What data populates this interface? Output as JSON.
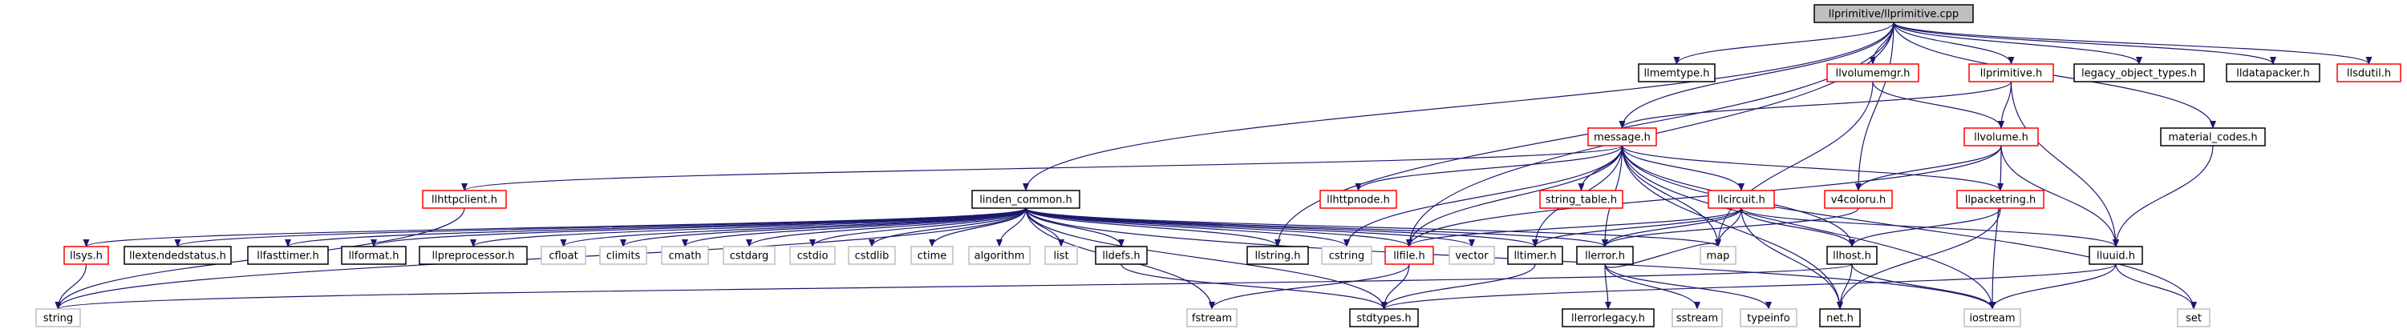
{
  "colors": {
    "edge": "#191970",
    "root_fill": "#bfbfbf",
    "border_normal": "#000000",
    "border_red": "#ff0000",
    "border_system": "#bfbfbf",
    "fill": "#ffffff"
  },
  "nodes": [
    {
      "id": "llprimitive",
      "label": "llprimitive/llprimitive.cpp",
      "kind": "root"
    },
    {
      "id": "llmemtype",
      "label": "llmemtype.h",
      "kind": "normal"
    },
    {
      "id": "llvolumemgr",
      "label": "llvolumemgr.h",
      "kind": "red"
    },
    {
      "id": "llprimitive_h",
      "label": "llprimitive.h",
      "kind": "red"
    },
    {
      "id": "legacy",
      "label": "legacy_object_types.h",
      "kind": "normal"
    },
    {
      "id": "lldatapacker",
      "label": "lldatapacker.h",
      "kind": "normal"
    },
    {
      "id": "llsdutil",
      "label": "llsdutil.h",
      "kind": "red"
    },
    {
      "id": "message",
      "label": "message.h",
      "kind": "red"
    },
    {
      "id": "llvolume",
      "label": "llvolume.h",
      "kind": "red"
    },
    {
      "id": "material_codes",
      "label": "material_codes.h",
      "kind": "normal"
    },
    {
      "id": "llhttpclient",
      "label": "llhttpclient.h",
      "kind": "red"
    },
    {
      "id": "linden_common",
      "label": "linden_common.h",
      "kind": "normal"
    },
    {
      "id": "llhttpnode",
      "label": "llhttpnode.h",
      "kind": "red"
    },
    {
      "id": "string_table",
      "label": "string_table.h",
      "kind": "red"
    },
    {
      "id": "v4coloru",
      "label": "v4coloru.h",
      "kind": "red"
    },
    {
      "id": "llpacketring",
      "label": "llpacketring.h",
      "kind": "red"
    },
    {
      "id": "llcircuit",
      "label": "llcircuit.h",
      "kind": "red"
    },
    {
      "id": "llsys",
      "label": "llsys.h",
      "kind": "red"
    },
    {
      "id": "llextendedstatus",
      "label": "llextendedstatus.h",
      "kind": "normal"
    },
    {
      "id": "llfasttimer",
      "label": "llfasttimer.h",
      "kind": "normal"
    },
    {
      "id": "llformat",
      "label": "llformat.h",
      "kind": "normal"
    },
    {
      "id": "llpreprocessor",
      "label": "llpreprocessor.h",
      "kind": "normal"
    },
    {
      "id": "cfloat",
      "label": "cfloat",
      "kind": "system"
    },
    {
      "id": "climits",
      "label": "climits",
      "kind": "system"
    },
    {
      "id": "cmath",
      "label": "cmath",
      "kind": "system"
    },
    {
      "id": "cstdarg",
      "label": "cstdarg",
      "kind": "system"
    },
    {
      "id": "cstdio",
      "label": "cstdio",
      "kind": "system"
    },
    {
      "id": "cstdlib",
      "label": "cstdlib",
      "kind": "system"
    },
    {
      "id": "ctime",
      "label": "ctime",
      "kind": "system"
    },
    {
      "id": "algorithm",
      "label": "algorithm",
      "kind": "system"
    },
    {
      "id": "list",
      "label": "list",
      "kind": "system"
    },
    {
      "id": "lldefs",
      "label": "lldefs.h",
      "kind": "normal"
    },
    {
      "id": "llstring",
      "label": "llstring.h",
      "kind": "normal"
    },
    {
      "id": "cstring",
      "label": "cstring",
      "kind": "system"
    },
    {
      "id": "llfile",
      "label": "llfile.h",
      "kind": "red"
    },
    {
      "id": "vector",
      "label": "vector",
      "kind": "system"
    },
    {
      "id": "lltimer",
      "label": "lltimer.h",
      "kind": "normal"
    },
    {
      "id": "llerror",
      "label": "llerror.h",
      "kind": "normal"
    },
    {
      "id": "map",
      "label": "map",
      "kind": "system"
    },
    {
      "id": "llhost",
      "label": "llhost.h",
      "kind": "normal"
    },
    {
      "id": "lluuid",
      "label": "lluuid.h",
      "kind": "normal"
    },
    {
      "id": "string",
      "label": "string",
      "kind": "system"
    },
    {
      "id": "fstream",
      "label": "fstream",
      "kind": "system"
    },
    {
      "id": "stdtypes",
      "label": "stdtypes.h",
      "kind": "normal"
    },
    {
      "id": "llerrorlegacy",
      "label": "llerrorlegacy.h",
      "kind": "normal"
    },
    {
      "id": "sstream",
      "label": "sstream",
      "kind": "system"
    },
    {
      "id": "typeinfo",
      "label": "typeinfo",
      "kind": "system"
    },
    {
      "id": "net",
      "label": "net.h",
      "kind": "normal"
    },
    {
      "id": "iostream",
      "label": "iostream",
      "kind": "system"
    },
    {
      "id": "set",
      "label": "set",
      "kind": "system"
    }
  ],
  "edges": [
    [
      "llprimitive",
      "llmemtype"
    ],
    [
      "llprimitive",
      "llvolumemgr"
    ],
    [
      "llprimitive",
      "llprimitive_h"
    ],
    [
      "llprimitive",
      "legacy"
    ],
    [
      "llprimitive",
      "lldatapacker"
    ],
    [
      "llprimitive",
      "llsdutil"
    ],
    [
      "llprimitive",
      "message"
    ],
    [
      "llprimitive",
      "linden_common"
    ],
    [
      "llprimitive",
      "material_codes"
    ],
    [
      "llprimitive",
      "v4coloru"
    ],
    [
      "llprimitive",
      "llstring"
    ],
    [
      "llprimitive",
      "llfile"
    ],
    [
      "llvolumemgr",
      "llvolume"
    ],
    [
      "llvolumemgr",
      "map"
    ],
    [
      "llprimitive_h",
      "message"
    ],
    [
      "llprimitive_h",
      "llvolume"
    ],
    [
      "llprimitive_h",
      "lluuid"
    ],
    [
      "material_codes",
      "lluuid"
    ],
    [
      "message",
      "llhttpclient"
    ],
    [
      "message",
      "llhttpnode"
    ],
    [
      "message",
      "string_table"
    ],
    [
      "message",
      "llcircuit"
    ],
    [
      "message",
      "llpacketring"
    ],
    [
      "message",
      "llerror"
    ],
    [
      "message",
      "lltimer"
    ],
    [
      "message",
      "llhost"
    ],
    [
      "message",
      "cstring"
    ],
    [
      "message",
      "net"
    ],
    [
      "message",
      "map"
    ],
    [
      "message",
      "set"
    ],
    [
      "message",
      "iostream"
    ],
    [
      "message",
      "llfile"
    ],
    [
      "llvolume",
      "v4coloru"
    ],
    [
      "llvolume",
      "lluuid"
    ],
    [
      "llvolume",
      "iostream"
    ],
    [
      "llvolume",
      "llfile"
    ],
    [
      "llhttpclient",
      "string"
    ],
    [
      "linden_common",
      "llsys"
    ],
    [
      "linden_common",
      "llextendedstatus"
    ],
    [
      "linden_common",
      "llfasttimer"
    ],
    [
      "linden_common",
      "llformat"
    ],
    [
      "linden_common",
      "llpreprocessor"
    ],
    [
      "linden_common",
      "cfloat"
    ],
    [
      "linden_common",
      "climits"
    ],
    [
      "linden_common",
      "cmath"
    ],
    [
      "linden_common",
      "cstdarg"
    ],
    [
      "linden_common",
      "cstdio"
    ],
    [
      "linden_common",
      "cstdlib"
    ],
    [
      "linden_common",
      "ctime"
    ],
    [
      "linden_common",
      "algorithm"
    ],
    [
      "linden_common",
      "list"
    ],
    [
      "linden_common",
      "lldefs"
    ],
    [
      "linden_common",
      "llstring"
    ],
    [
      "linden_common",
      "cstring"
    ],
    [
      "linden_common",
      "llfile"
    ],
    [
      "linden_common",
      "vector"
    ],
    [
      "linden_common",
      "lltimer"
    ],
    [
      "linden_common",
      "llerror"
    ],
    [
      "linden_common",
      "map"
    ],
    [
      "linden_common",
      "string"
    ],
    [
      "linden_common",
      "fstream"
    ],
    [
      "linden_common",
      "stdtypes"
    ],
    [
      "linden_common",
      "iostream"
    ],
    [
      "llsys",
      "string"
    ],
    [
      "lldefs",
      "stdtypes"
    ],
    [
      "llfile",
      "fstream"
    ],
    [
      "llfile",
      "stdtypes"
    ],
    [
      "lltimer",
      "stdtypes"
    ],
    [
      "llerror",
      "llerrorlegacy"
    ],
    [
      "llerror",
      "sstream"
    ],
    [
      "llerror",
      "typeinfo"
    ],
    [
      "llerror",
      "map"
    ],
    [
      "llcircuit",
      "llerror"
    ],
    [
      "llcircuit",
      "lltimer"
    ],
    [
      "llcircuit",
      "llhost"
    ],
    [
      "llcircuit",
      "net"
    ],
    [
      "llcircuit",
      "map"
    ],
    [
      "llcircuit",
      "lluuid"
    ],
    [
      "llcircuit",
      "llfile"
    ],
    [
      "llpacketring",
      "llhost"
    ],
    [
      "llpacketring",
      "net"
    ],
    [
      "v4coloru",
      "llerror"
    ],
    [
      "llhost",
      "net"
    ],
    [
      "llhost",
      "iostream"
    ],
    [
      "llhost",
      "string"
    ],
    [
      "lluuid",
      "stdtypes"
    ],
    [
      "lluuid",
      "iostream"
    ],
    [
      "lluuid",
      "set"
    ]
  ]
}
